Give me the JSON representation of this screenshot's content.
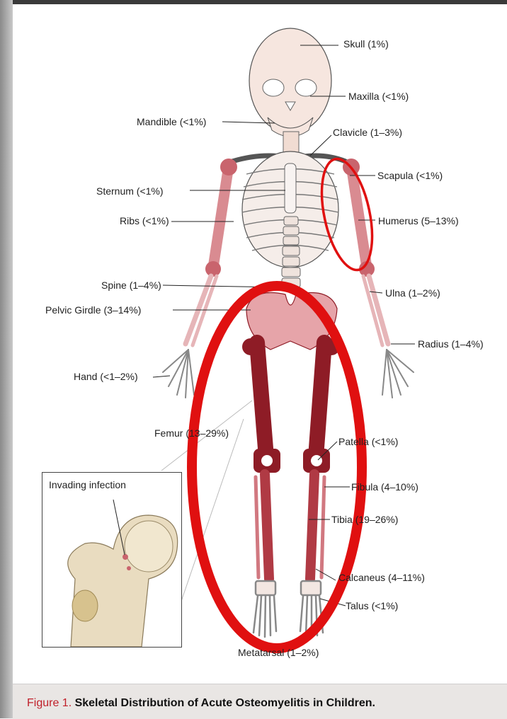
{
  "labels": {
    "skull": "Skull (1%)",
    "maxilla": "Maxilla (<1%)",
    "mandible": "Mandible (<1%)",
    "clavicle": "Clavicle (1–3%)",
    "scapula": "Scapula (<1%)",
    "sternum": "Sternum (<1%)",
    "ribs": "Ribs (<1%)",
    "humerus": "Humerus (5–13%)",
    "spine": "Spine (1–4%)",
    "ulna": "Ulna (1–2%)",
    "pelvic": "Pelvic Girdle (3–14%)",
    "radius": "Radius (1–4%)",
    "hand": "Hand (<1–2%)",
    "femur": "Femur (13–29%)",
    "patella": "Patella (<1%)",
    "fibula": "Fibula (4–10%)",
    "tibia": "Tibia (19–26%)",
    "calcaneus": "Calcaneus (4–11%)",
    "talus": "Talus (<1%)",
    "metatarsal": "Metatarsal (1–2%)",
    "invading": "Invading infection"
  },
  "caption": {
    "number": "Figure 1.",
    "text": " Skeletal Distribution of Acute Osteomyelitis in Children."
  },
  "colors": {
    "highlight_ellipse": "#e01010",
    "bone_dark": "#8e1c26",
    "bone_light": "#e8a9ad",
    "caption_number": "#c0202a"
  }
}
